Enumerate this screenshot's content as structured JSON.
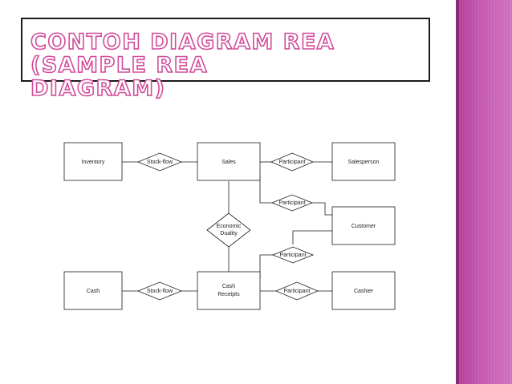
{
  "title": {
    "line1": "CONTOH DIAGRAM REA (SAMPLE REA",
    "line2": "DIAGRAM)"
  },
  "colors": {
    "title_outline": "#d24d9a",
    "stripe": "#c458b0",
    "line": "#1a1a1a"
  },
  "diagram": {
    "entities": {
      "inventory": "Inventory",
      "sales": "Sales",
      "salesperson": "Salesperson",
      "customer": "Customer",
      "cash": "Cash",
      "cash_receipts_line1": "Cash",
      "cash_receipts_line2": "Receipts",
      "cashier": "Cashier"
    },
    "relationships": {
      "stock_flow_top": "Stock-flow",
      "participant_sales_salesperson": "Participant",
      "participant_sales_customer": "Participant",
      "economic_duality_line1": "Economic",
      "economic_duality_line2": "Duality",
      "participant_receipts_customer": "Participant",
      "stock_flow_bottom": "Stock-flow",
      "participant_receipts_cashier": "Participant"
    }
  }
}
